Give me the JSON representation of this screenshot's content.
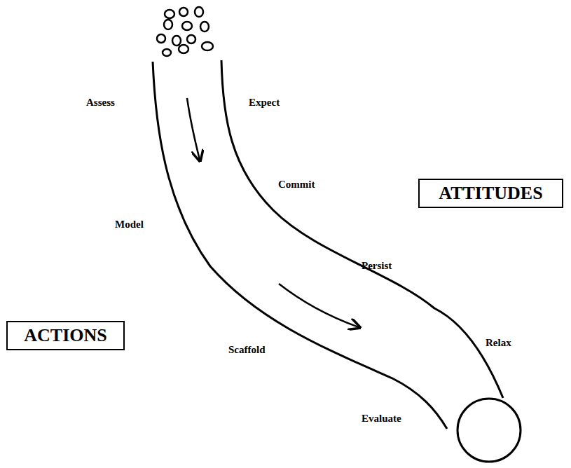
{
  "diagram": {
    "nodes": [
      {
        "text": [
          "ATTITUDES"
        ]
      },
      {
        "text": [
          "ACTIONS"
        ]
      }
    ],
    "labels": [
      "Assess",
      "Expect",
      "Commit",
      "Model",
      "Persist",
      "Scaffold",
      "Relax",
      "Evaluate"
    ]
  }
}
